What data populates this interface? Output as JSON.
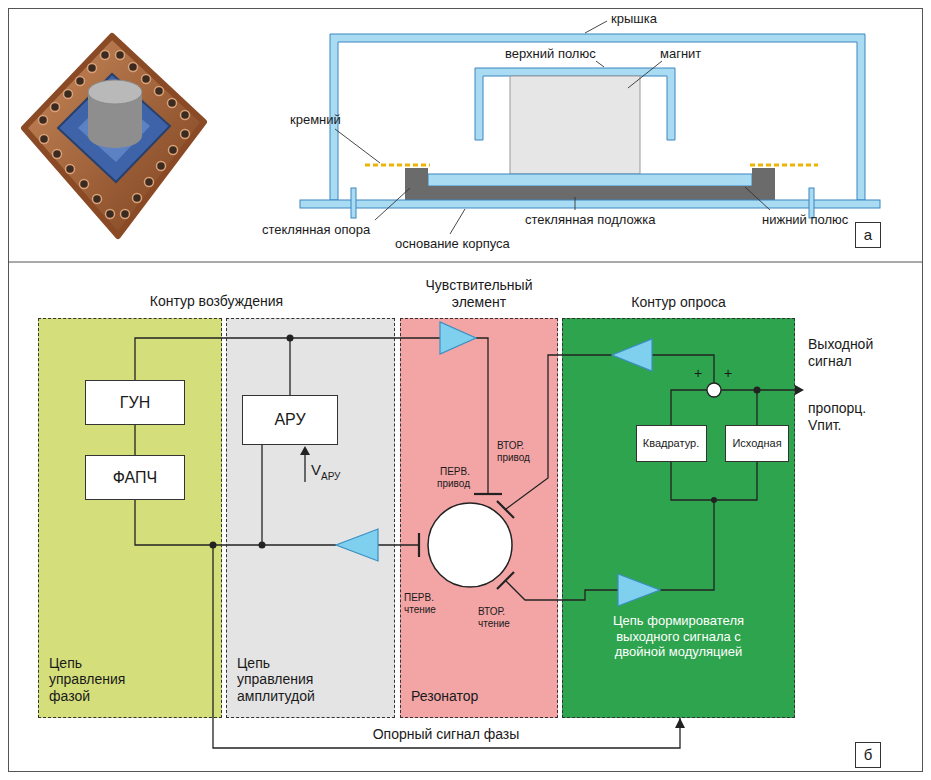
{
  "diagram": {
    "nodes": [
      {
        "text": [
          "а"
        ]
      },
      {
        "text": [
          "Цепь управления фазой"
        ]
      },
      {
        "text": [
          "ГУН"
        ],
        "in": 1
      },
      {
        "text": [
          "ФАПЧ"
        ],
        "in": 1
      },
      {
        "text": [
          "Цепь управления амплитудой"
        ]
      },
      {
        "text": [
          "АРУ"
        ],
        "in": 4
      },
      {
        "text": [
          "Чувствительный элемент",
          "Резонатор"
        ]
      },
      {
        "text": [
          "Контур опроса",
          "Цепь формирователя выходного сигнала с двойной модуляцией"
        ]
      },
      {
        "text": [
          "Квадратур."
        ],
        "in": 7
      },
      {
        "text": [
          "Исходная"
        ],
        "in": 7
      },
      {
        "text": [
          "б"
        ]
      }
    ],
    "edges": [
      {
        "from": 2,
        "to": 3,
        "arrow": "none"
      },
      {
        "from": 8,
        "to": 9,
        "arrow": "none"
      },
      {
        "from": 1,
        "to": 7,
        "arrow": "to",
        "label": "Опорный сигнал фазы"
      }
    ],
    "labels": [
      "крышка",
      "верхний полюс",
      "магнит",
      "кремний",
      "стеклянная подложка",
      "нижний полюс",
      "стеклянная опора",
      "основание корпуса",
      "Контур возбуждения",
      "V",
      "АРУ",
      "ПЕРВ. привод",
      "ВТОР. привод",
      "ПЕРВ. чтение",
      "ВТОР. чтение",
      "+",
      "+",
      "Выходной сигнал",
      "пропорц. Vпит."
    ]
  }
}
